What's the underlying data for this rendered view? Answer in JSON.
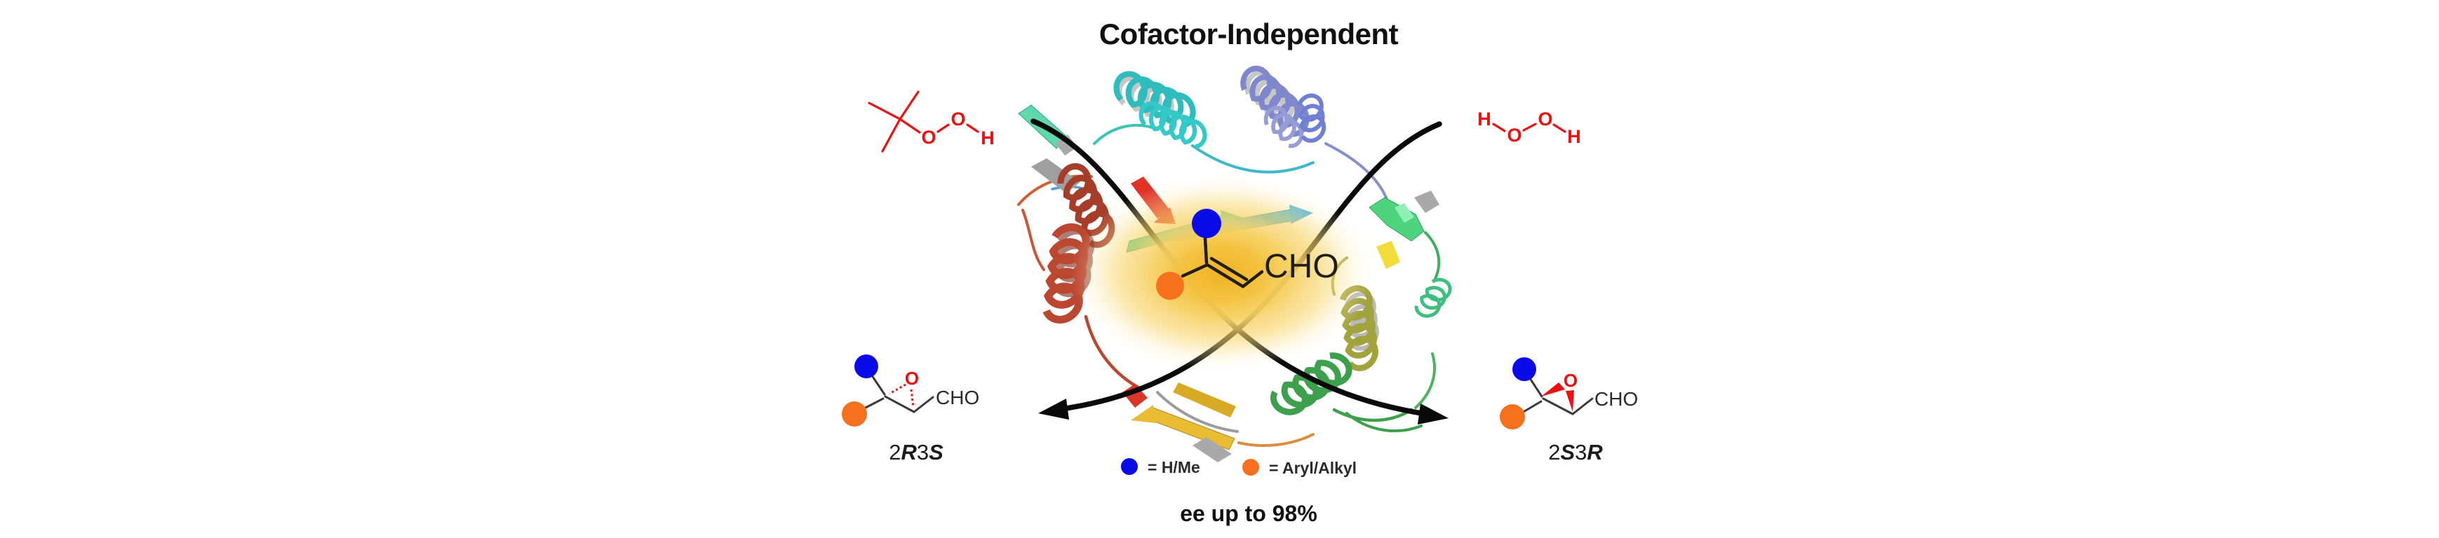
{
  "figure": {
    "title": "Cofactor-Independent",
    "footer": "ee up to 98%"
  },
  "oxidants": {
    "tbhp": {
      "o1": "O",
      "o2": "O",
      "h": "H"
    },
    "h2o2": {
      "h1": "H",
      "o1": "O",
      "o2": "O",
      "h2": "H"
    }
  },
  "substrate": {
    "aldehyde": "CHO"
  },
  "products": {
    "left": {
      "epoxide_oxygen": "O",
      "aldehyde": "CHO",
      "label_parts": [
        "2",
        "R",
        "3",
        "S"
      ]
    },
    "right": {
      "epoxide_oxygen": "O",
      "aldehyde": "CHO",
      "label_parts": [
        "2",
        "S",
        "3",
        "R"
      ]
    }
  },
  "legend": {
    "blue": "= H/Me",
    "orange": "= Aryl/Alkyl"
  },
  "colors": {
    "red": "#ee1010",
    "blue": "#0b0bea",
    "orange": "#f6701e",
    "glow": "#f2bd33",
    "arrow": "#0a0a0a"
  }
}
